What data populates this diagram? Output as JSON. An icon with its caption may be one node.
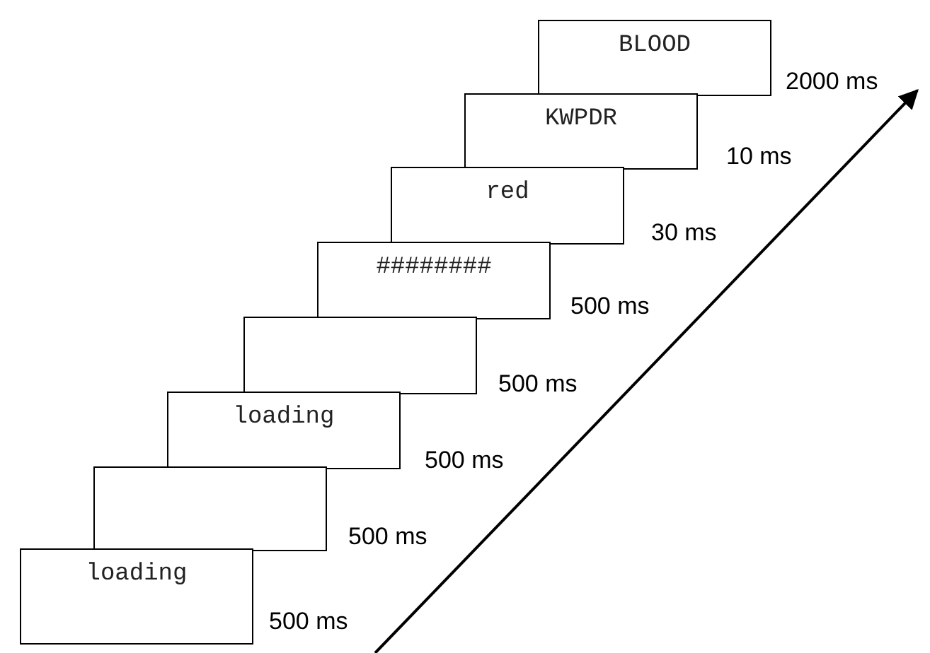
{
  "diagram": {
    "nodes": [
      {
        "text": [
          "BLOOD"
        ],
        "beside": [
          "2000 ms"
        ]
      },
      {
        "text": [
          "KWPDR"
        ],
        "beside": [
          "10 ms"
        ]
      },
      {
        "text": [
          "red"
        ],
        "beside": [
          "30 ms"
        ]
      },
      {
        "text": [
          "########"
        ],
        "beside": [
          "500 ms"
        ]
      },
      {
        "text": [],
        "shape": "box",
        "beside": [
          "500 ms"
        ]
      },
      {
        "text": [
          "loading"
        ],
        "beside": [
          "500 ms"
        ]
      },
      {
        "text": [],
        "shape": "box",
        "beside": [
          "500 ms"
        ]
      },
      {
        "text": [
          "loading"
        ],
        "beside": [
          "500 ms"
        ]
      }
    ],
    "edges": []
  }
}
